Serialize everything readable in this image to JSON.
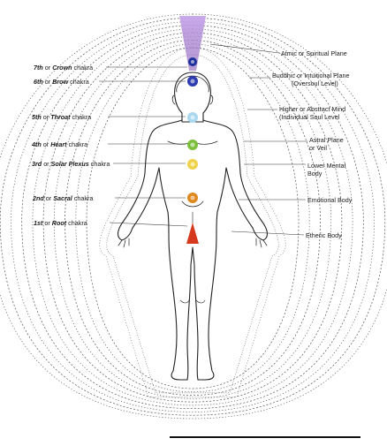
{
  "chakras": [
    {
      "ord": "7th",
      "or": "or",
      "name": "Crown",
      "suffix": "chakra",
      "color": "#1c2f9a",
      "shape": "dot"
    },
    {
      "ord": "6th",
      "or": "or",
      "name": "Brow",
      "suffix": "chakra",
      "color": "#2c3cb0",
      "shape": "dot"
    },
    {
      "ord": "5th",
      "or": "or",
      "name": "Throat",
      "suffix": "chakra",
      "color": "#a9d8ee",
      "shape": "dot"
    },
    {
      "ord": "4th",
      "or": "or",
      "name": "Heart",
      "suffix": "chakra",
      "color": "#7cbf3c",
      "shape": "dot"
    },
    {
      "ord": "3rd",
      "or": "or",
      "name": "Solar Plexus",
      "suffix": "chakra",
      "color": "#f0d24a",
      "shape": "dot"
    },
    {
      "ord": "2nd",
      "or": "or",
      "name": "Sacral",
      "suffix": "chakra",
      "color": "#e0871e",
      "shape": "dot"
    },
    {
      "ord": "1st",
      "or": "or",
      "name": "Root",
      "suffix": "chakra",
      "color": "#d63a1e",
      "shape": "triangle"
    }
  ],
  "planes": [
    {
      "line1": "Atmic or Spiritual Plane",
      "line2": ""
    },
    {
      "line1": "Buddhic or Intuitional Plane",
      "line2": "(Oversoul Level)"
    },
    {
      "line1": "Higher or Abstract Mind",
      "line2": "(Individual Soul Level"
    },
    {
      "line1": "Astral Plane",
      "line2": "or Veil"
    },
    {
      "line1": "Lower Mental",
      "line2": "Body"
    },
    {
      "line1": "Emotional Body",
      "line2": ""
    },
    {
      "line1": "Etheric Body",
      "line2": ""
    }
  ],
  "colors": {
    "crown_beam": "#b48ad6",
    "outline": "#222222",
    "aura_dots": "#555555"
  }
}
